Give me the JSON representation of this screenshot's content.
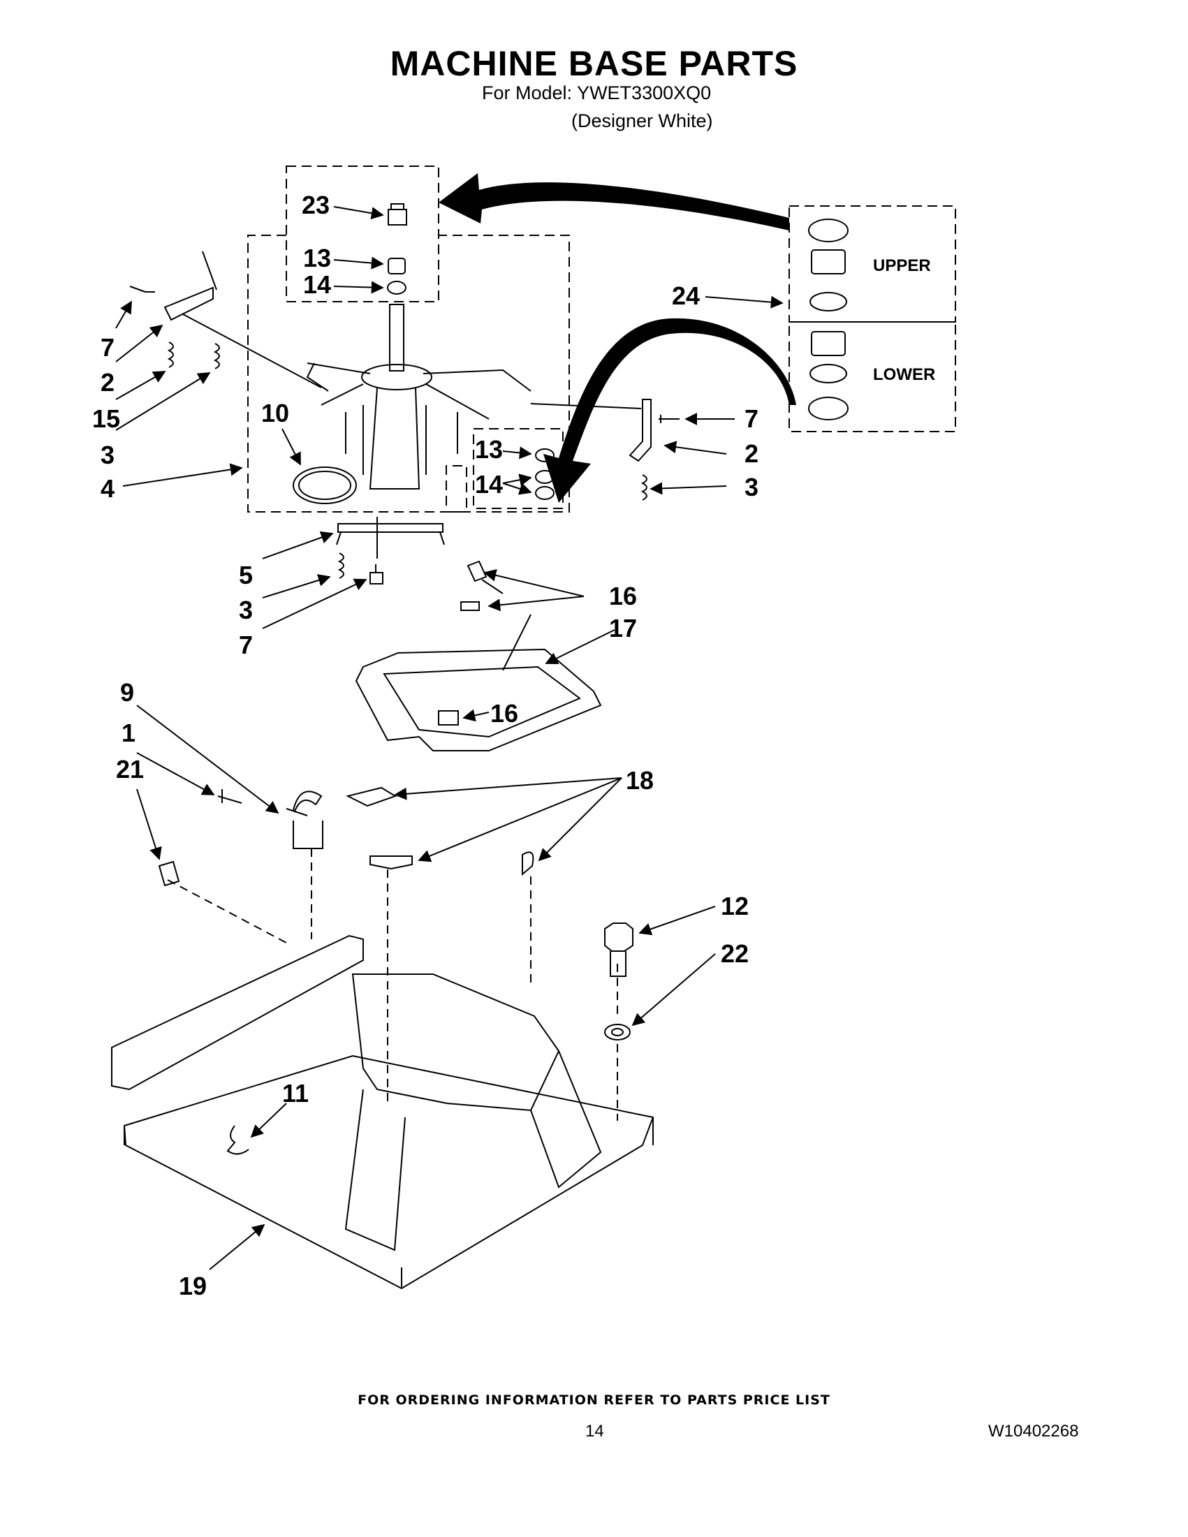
{
  "header": {
    "title": "MACHINE BASE PARTS",
    "model_line": "For Model: YWET3300XQ0",
    "color_line": "(Designer White)"
  },
  "diagram": {
    "callouts": [
      "23",
      "13",
      "14",
      "7",
      "2",
      "15",
      "3",
      "4",
      "10",
      "13",
      "14",
      "24",
      "7",
      "2",
      "3",
      "5",
      "3",
      "7",
      "16",
      "17",
      "16",
      "9",
      "1",
      "21",
      "18",
      "12",
      "22",
      "11",
      "19"
    ],
    "box_labels": {
      "upper": "UPPER",
      "lower": "LOWER"
    }
  },
  "footer": {
    "ordering_note": "FOR ORDERING INFORMATION REFER TO PARTS PRICE LIST",
    "page_number": "14",
    "document_number": "W10402268"
  }
}
